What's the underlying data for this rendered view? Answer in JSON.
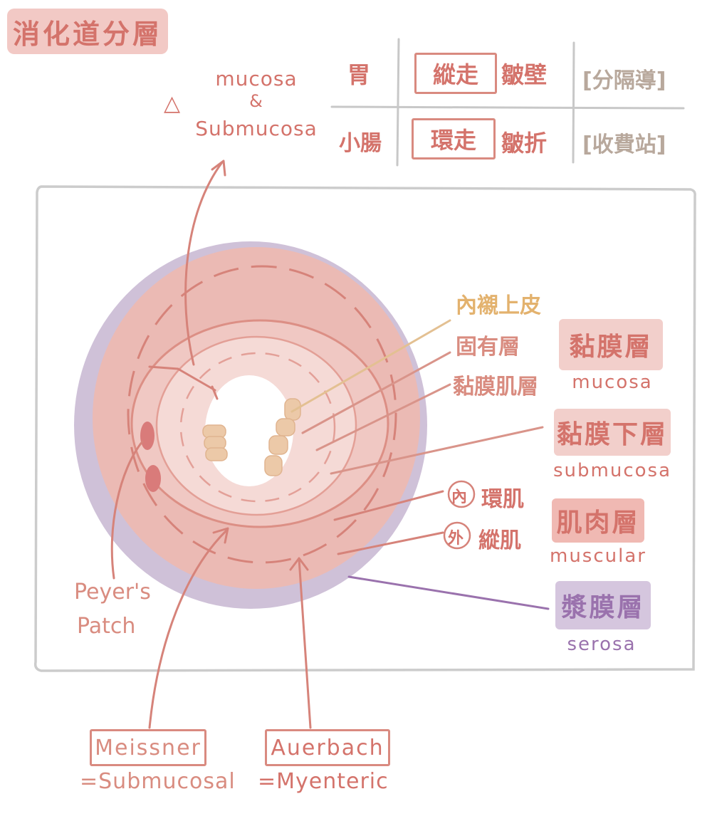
{
  "title": "消化道分層",
  "fold_note": {
    "marker": "△",
    "line1": "mucosa",
    "line2": "&",
    "line3": "Submucosa"
  },
  "fold_table": {
    "rows": [
      {
        "organ": "胃",
        "direction": "縱走",
        "fold": "皺壁",
        "note": "[分隔導]"
      },
      {
        "organ": "小腸",
        "direction": "環走",
        "fold": "皺折",
        "note": "[收費站]"
      }
    ]
  },
  "labels": {
    "epithelium": "內襯上皮",
    "lamina_propria": "固有層",
    "muscularis_mucosae": "黏膜肌層",
    "inner": "內",
    "inner_circular": "環肌",
    "outer": "外",
    "outer_longitudinal": "縱肌",
    "peyers_line1": "Peyer's",
    "peyers_line2": "Patch"
  },
  "layers": [
    {
      "zh": "黏膜層",
      "en": "mucosa"
    },
    {
      "zh": "黏膜下層",
      "en": "submucosa"
    },
    {
      "zh": "肌肉層",
      "en": "muscular"
    },
    {
      "zh": "漿膜層",
      "en": "serosa"
    }
  ],
  "plexus": [
    {
      "name": "Meissner",
      "alias": "=Submucosal"
    },
    {
      "name": "Auerbach",
      "alias": "=Myenteric"
    }
  ],
  "colors": {
    "title_bg": "#f2c9c5",
    "text_red": "#d4736b",
    "serosa": "#cfc1d8",
    "muscular": "#ebbab4",
    "submucosa": "#f2cfcb",
    "mucosa": "#f5dad6",
    "epithelium": "#ecc9a8",
    "serosa_text": "#9a72ad",
    "grey": "#b8a89c"
  }
}
